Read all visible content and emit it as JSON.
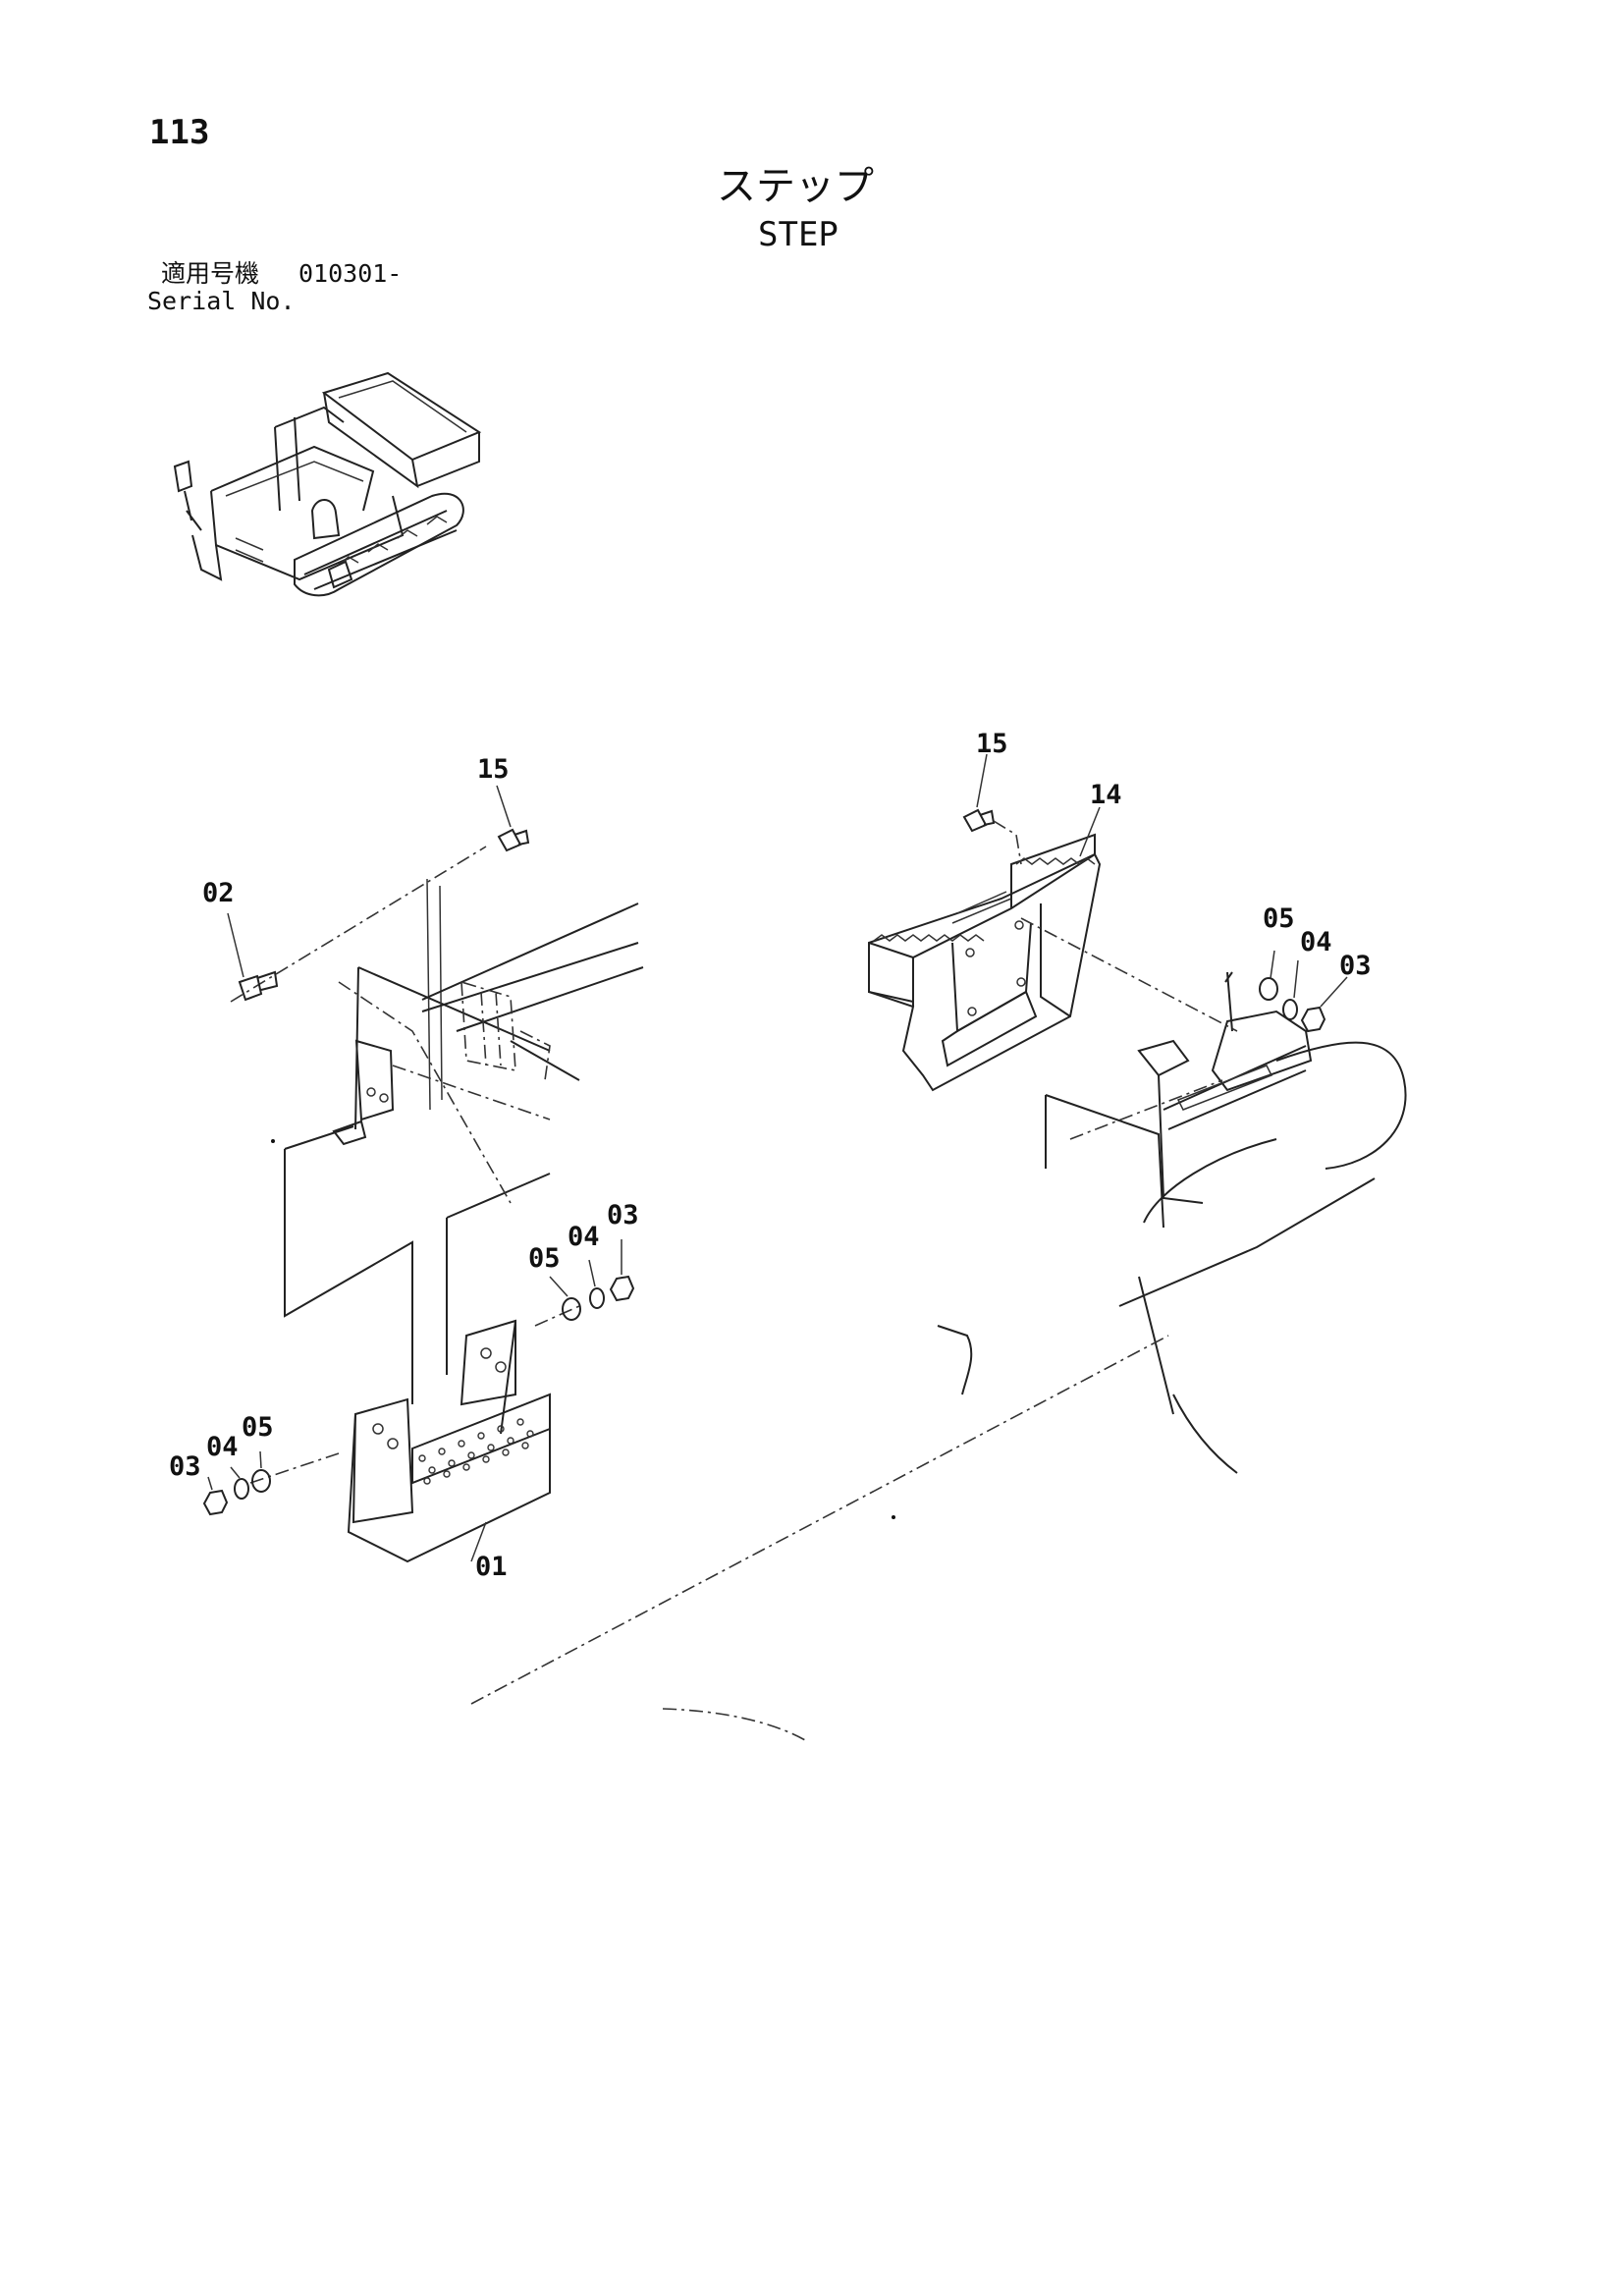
{
  "page": {
    "number": "113",
    "title_jp": "ステップ",
    "title_en": "STEP",
    "serial_label_jp": "適用号機",
    "serial_number": "010301-",
    "serial_label_en": "Serial No."
  },
  "callouts": [
    {
      "id": "left-15",
      "label": "15"
    },
    {
      "id": "left-02",
      "label": "02"
    },
    {
      "id": "left-03-upper",
      "label": "03"
    },
    {
      "id": "left-04-upper",
      "label": "04"
    },
    {
      "id": "left-05-upper",
      "label": "05"
    },
    {
      "id": "left-05-lower",
      "label": "05"
    },
    {
      "id": "left-04-lower",
      "label": "04"
    },
    {
      "id": "left-03-lower",
      "label": "03"
    },
    {
      "id": "left-01",
      "label": "01"
    },
    {
      "id": "right-15",
      "label": "15"
    },
    {
      "id": "right-14",
      "label": "14"
    },
    {
      "id": "right-05",
      "label": "05"
    },
    {
      "id": "right-04",
      "label": "04"
    },
    {
      "id": "right-03",
      "label": "03"
    }
  ]
}
